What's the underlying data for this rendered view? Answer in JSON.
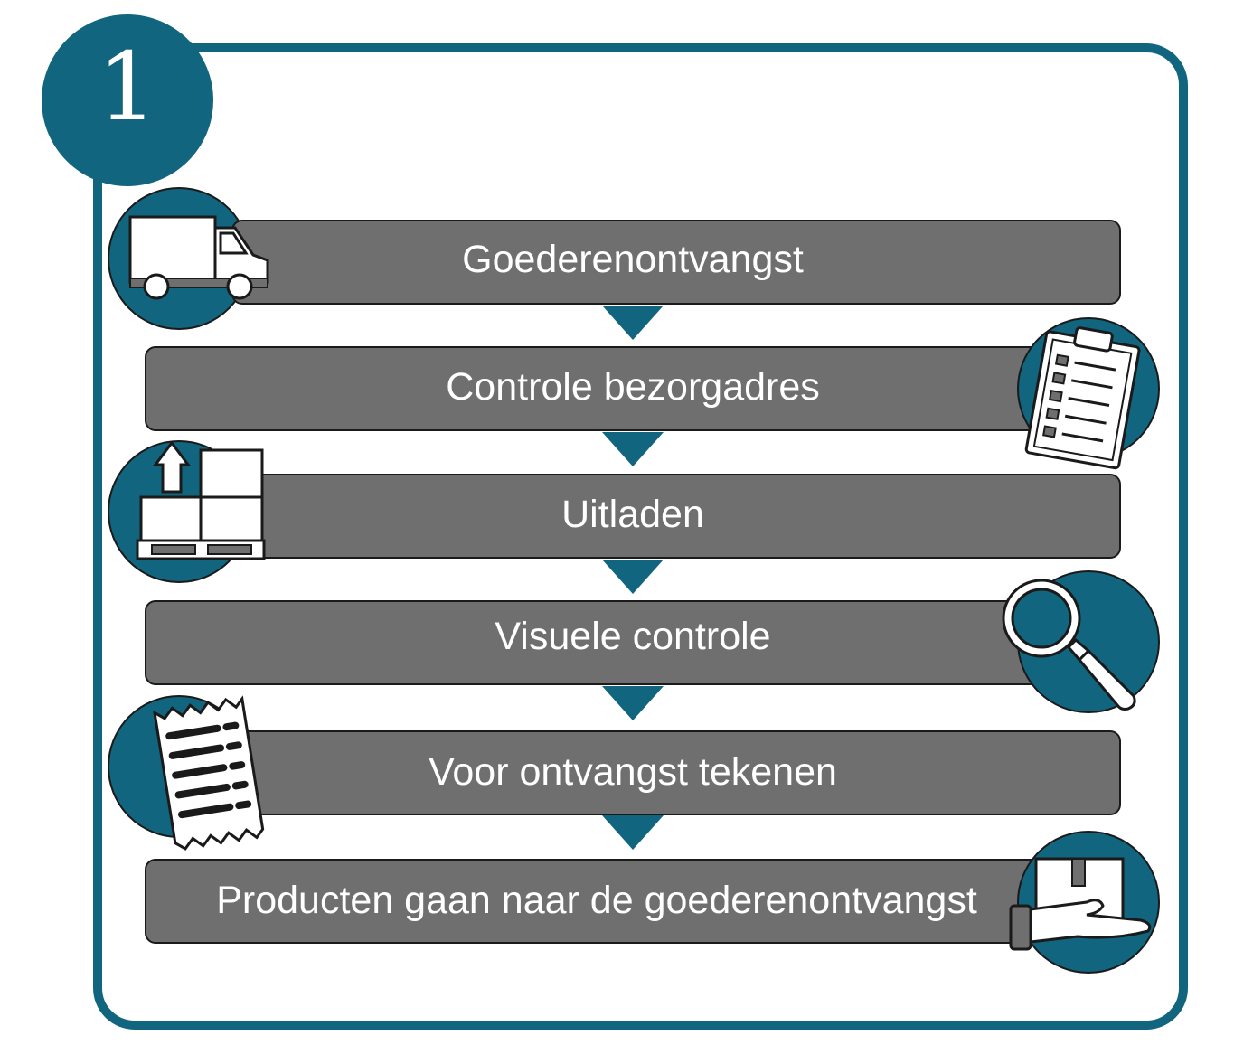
{
  "badge": {
    "number": "1",
    "color": "#11657f"
  },
  "steps": [
    {
      "label": "Goederenontvangst",
      "icon": "delivery-van-icon"
    },
    {
      "label": "Controle bezorgadres",
      "icon": "clipboard-checklist-icon"
    },
    {
      "label": "Uitladen",
      "icon": "pallet-boxes-unload-icon"
    },
    {
      "label": "Visuele controle",
      "icon": "magnifying-glass-icon"
    },
    {
      "label": "Voor ontvangst tekenen",
      "icon": "receipt-icon"
    },
    {
      "label": "Producten gaan naar de goederenontvangst",
      "icon": "hand-package-icon"
    }
  ],
  "colors": {
    "accent": "#11657f",
    "bar": "#6f6f6f",
    "text": "#ffffff"
  }
}
